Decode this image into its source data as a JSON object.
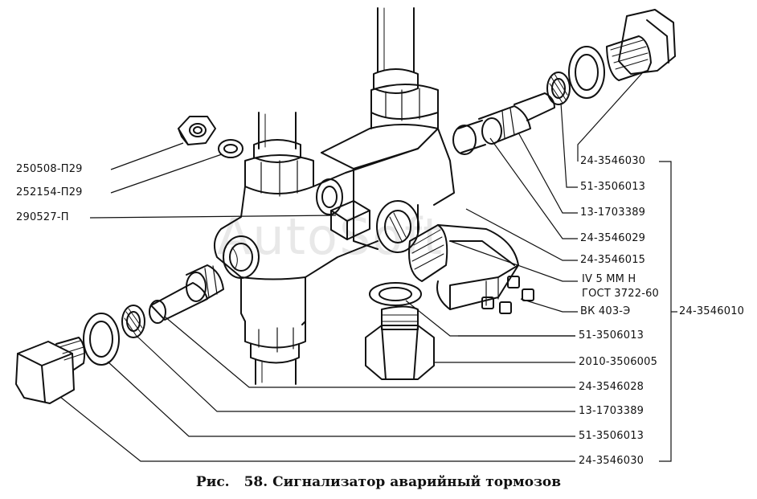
{
  "watermark": "AutoSoft",
  "caption": {
    "prefix": "Рис.",
    "text": "58. Сигнализатор аварийный тормозов"
  },
  "labels": {
    "l250508": "250508-П29",
    "l252154": "252154-П29",
    "l290527": "290527-П",
    "r_3546030_top": "24-3546030",
    "r_3506013_top": "51-3506013",
    "r_1703389_top": "13-1703389",
    "r_3546029": "24-3546029",
    "r_3546015": "24-3546015",
    "r_gost_a": "IV 5 MM H",
    "r_gost_b": "ГОСТ 3722-60",
    "r_bk403": "ВК 403-Э",
    "r_3546010": "24-3546010",
    "r_3506013_mid": "51-3506013",
    "r_3506005": "2010-3506005",
    "r_3546028": "24-3546028",
    "r_1703389_bot": "13-1703389",
    "r_3506013_bot": "51-3506013",
    "r_3546030_bot": "24-3546030"
  }
}
